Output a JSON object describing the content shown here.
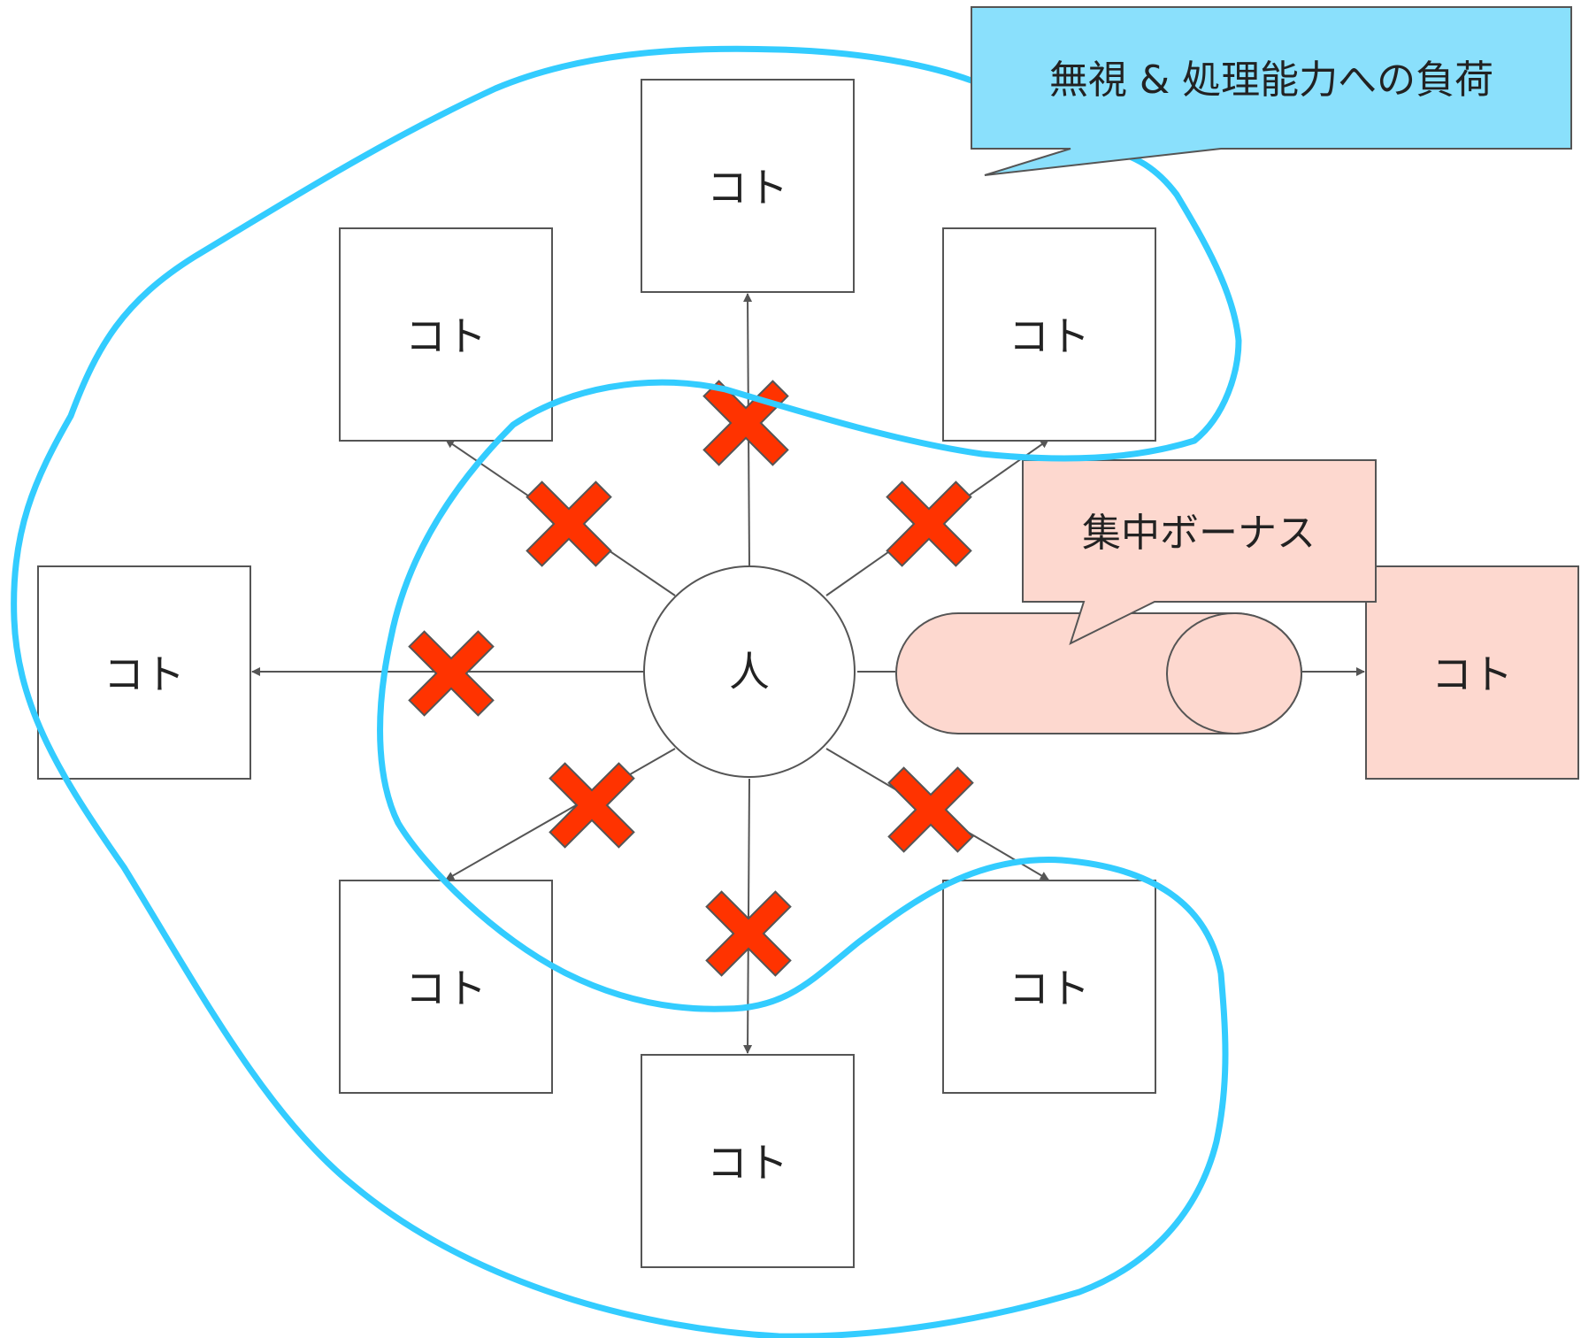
{
  "center": {
    "label": "人"
  },
  "nodes": {
    "top": "コト",
    "top_left": "コト",
    "top_right": "コト",
    "left": "コト",
    "bottom_left": "コト",
    "bottom_right": "コト",
    "bottom": "コト",
    "focus": "コト"
  },
  "callouts": {
    "ignore": "無視 & 処理能力への負荷",
    "focus": "集中ボーナス"
  },
  "colors": {
    "line": "#555555",
    "cross": "#ff3300",
    "outline": "#33ccff",
    "callout_blue": "#8ae0fc",
    "focus_fill": "#fdd8cf"
  }
}
